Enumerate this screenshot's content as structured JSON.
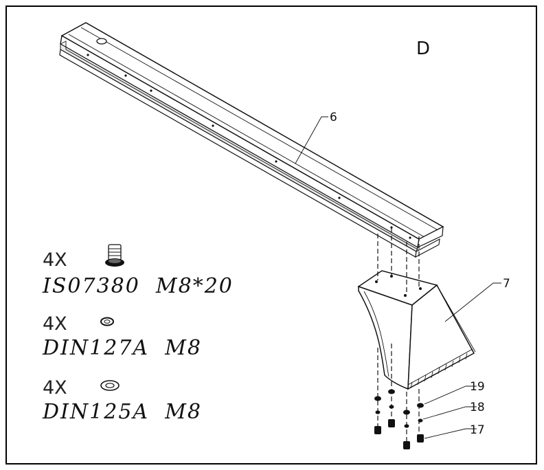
{
  "view_label": "D",
  "callouts": {
    "rail": "6",
    "foot": "7",
    "washer_large": "19",
    "washer_small": "18",
    "bolt": "17"
  },
  "hardware": [
    {
      "qty": "4X",
      "code": "IS07380  M8*20",
      "icon": "bolt-icon"
    },
    {
      "qty": "4X",
      "code": "DIN127A  M8",
      "icon": "spring-washer-icon"
    },
    {
      "qty": "4X",
      "code": "DIN125A  M8",
      "icon": "flat-washer-icon"
    }
  ]
}
